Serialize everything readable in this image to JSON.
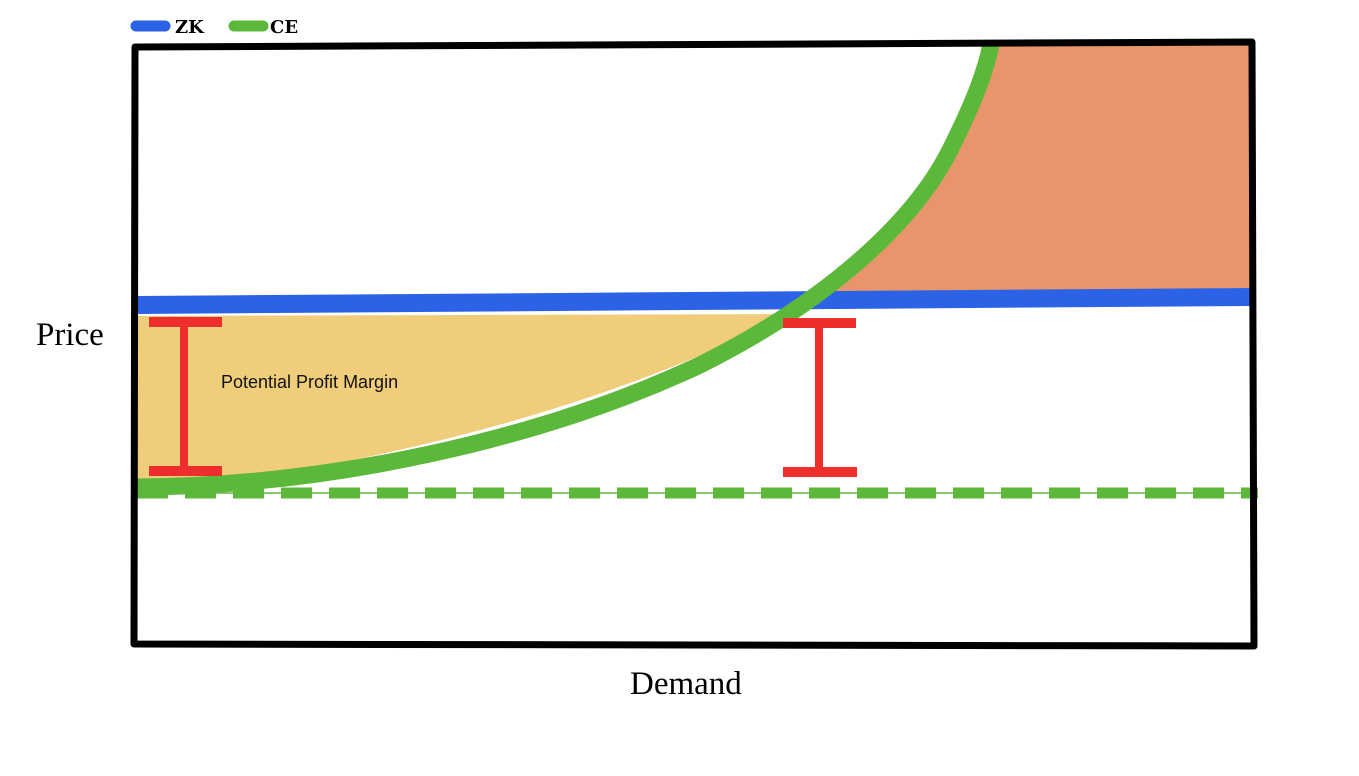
{
  "legend": [
    {
      "label": "ZK",
      "color": "#2c62e6"
    },
    {
      "label": "CE",
      "color": "#5cb83a"
    }
  ],
  "axes": {
    "y_label": "Price",
    "x_label": "Demand"
  },
  "annotation": {
    "text": "Potential Profit Margin"
  },
  "colors": {
    "frame": "#000000",
    "zk_line": "#2c62e6",
    "ce_curve": "#5cb83a",
    "ce_baseline": "#5cb83a",
    "profit_region": "#f0cd7b",
    "loss_region": "#e9956b",
    "margin_bracket": "#ee2d2d"
  }
}
